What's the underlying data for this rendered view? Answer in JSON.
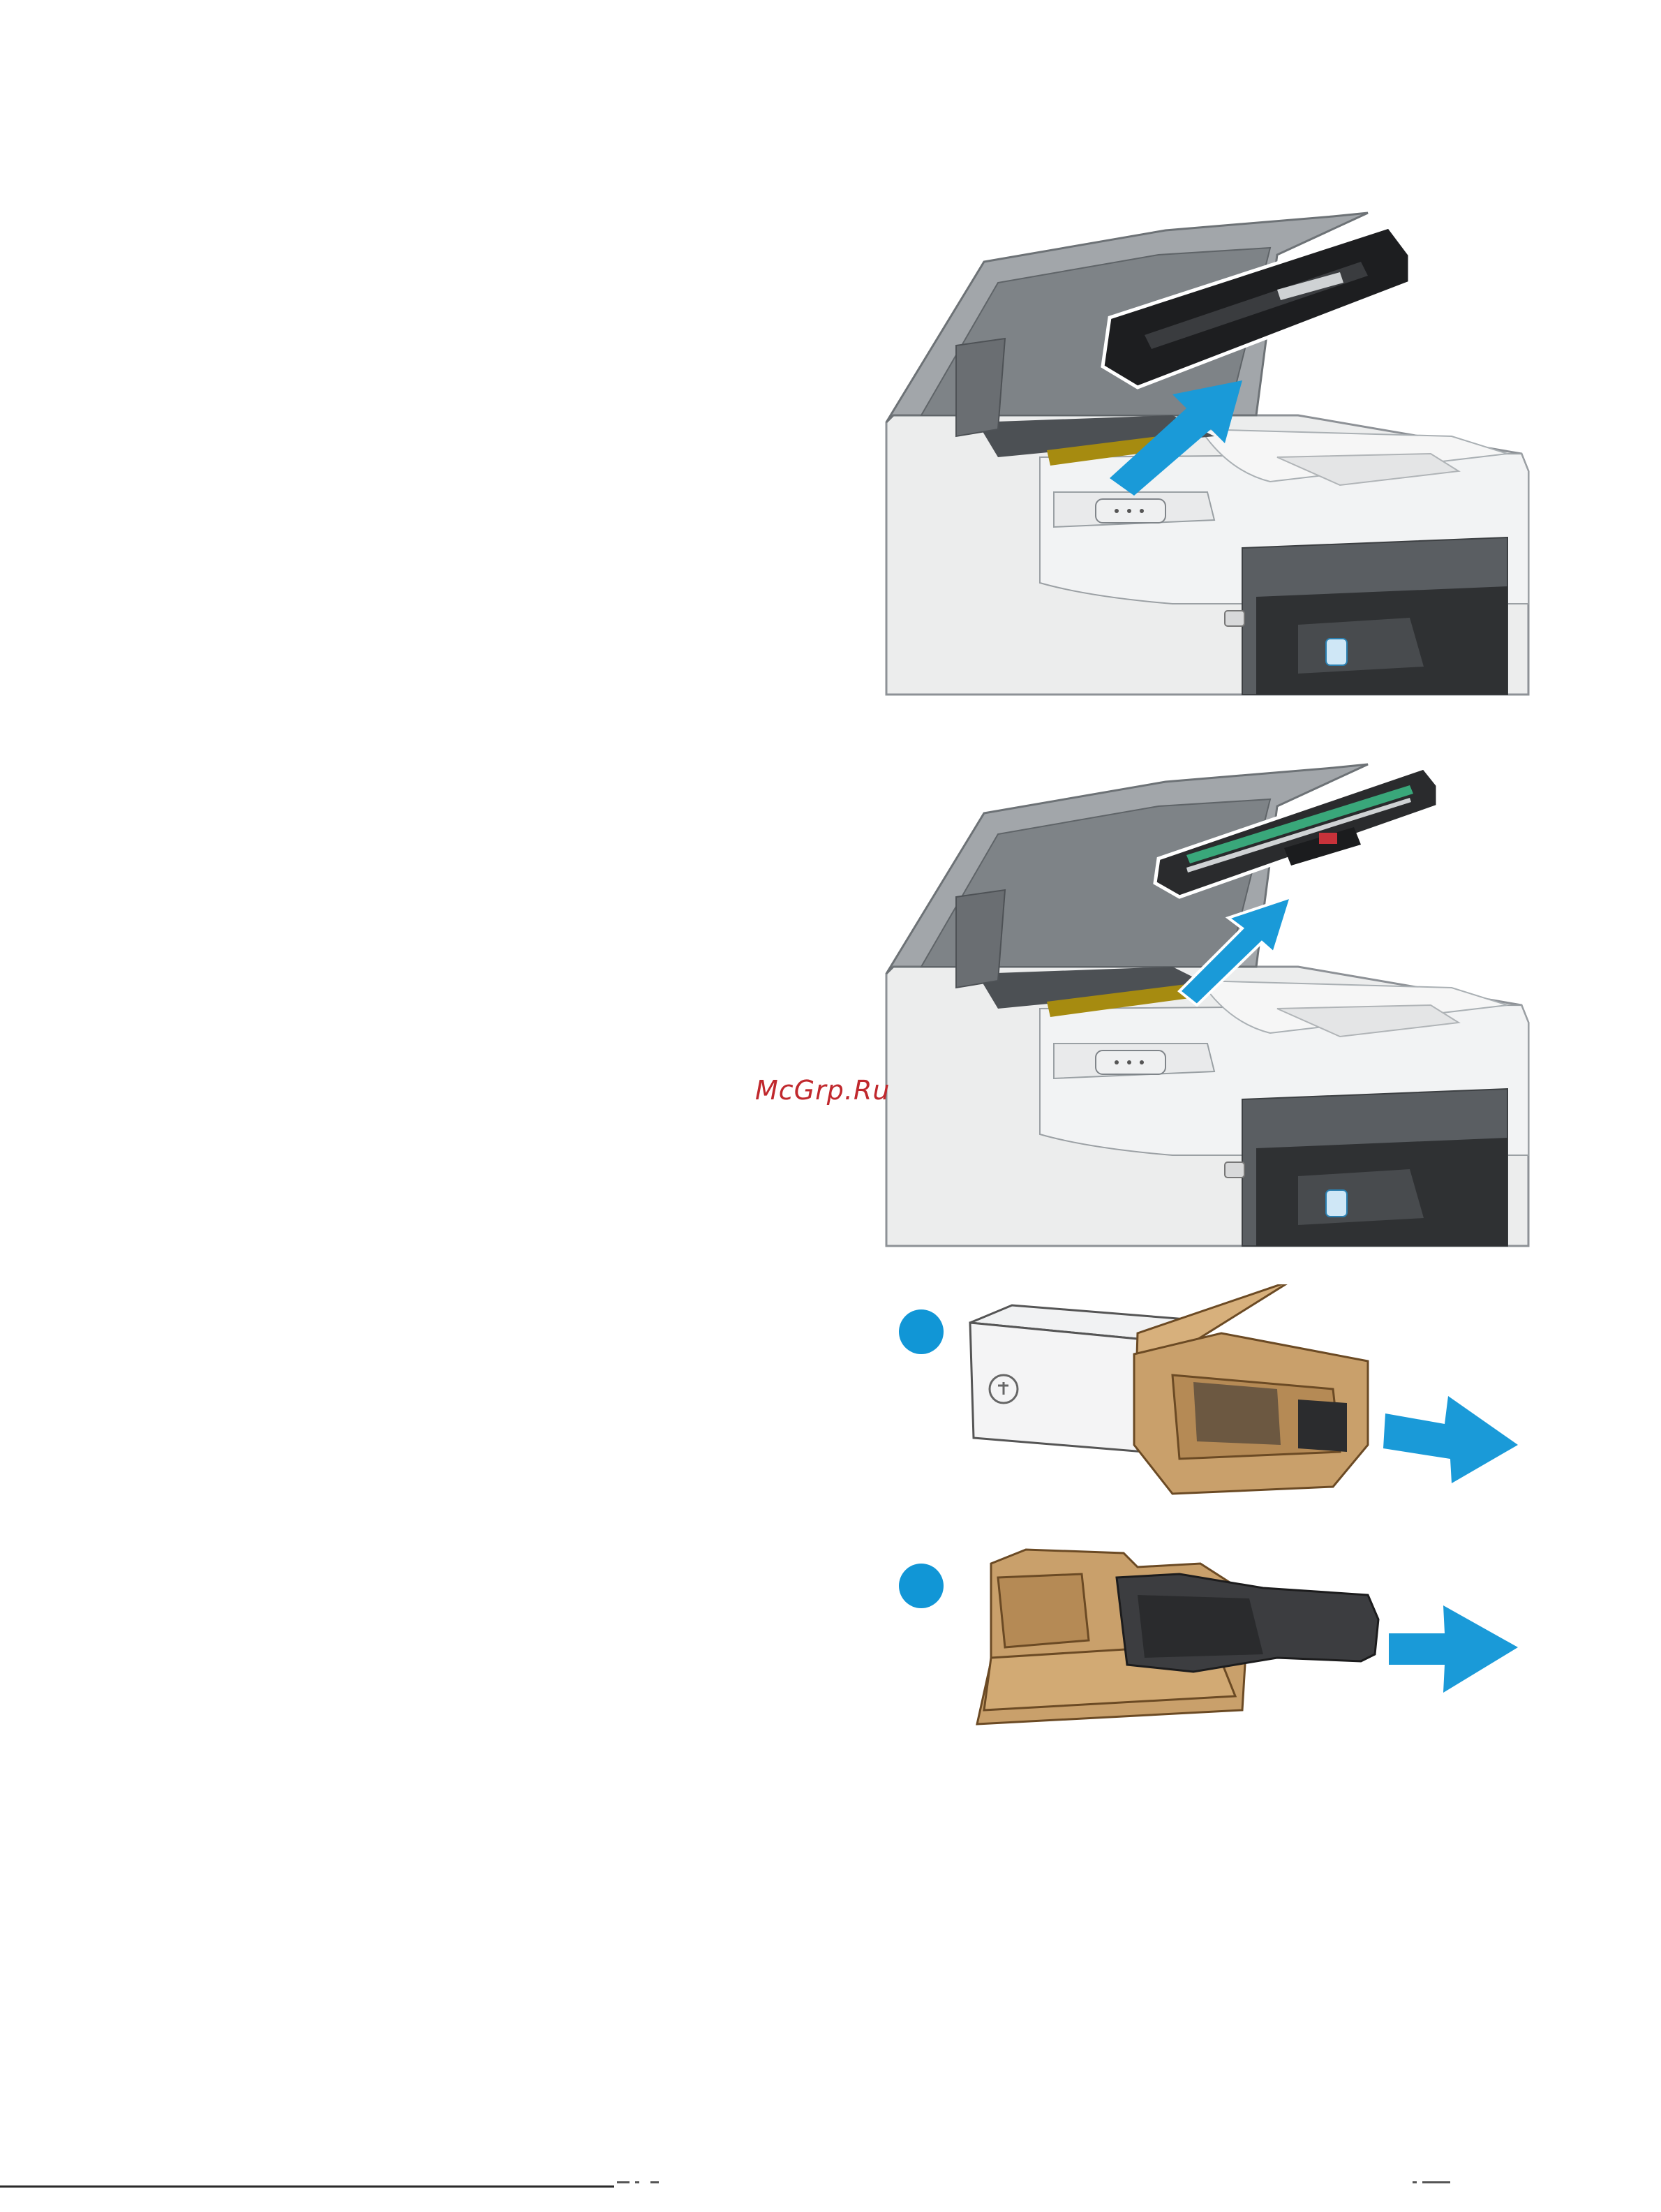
{
  "page": {
    "watermark": "McGrp.Ru"
  },
  "colors": {
    "arrow_blue": "#1a9ad8",
    "printer_body": "#e7e8ea",
    "printer_dark": "#6e7378",
    "cardboard": "#c9a06b",
    "callout_blue": "#1196d6"
  },
  "figures": [
    {
      "name": "remove-imaging-drum-from-printer",
      "icon": "printer-illustration"
    },
    {
      "name": "remove-used-drum-from-printer",
      "icon": "printer-illustration"
    },
    {
      "name": "remove-drum-packaging-step-1",
      "icon": "callout-dot-1"
    },
    {
      "name": "remove-drum-packaging-step-2",
      "icon": "callout-dot-2"
    }
  ]
}
